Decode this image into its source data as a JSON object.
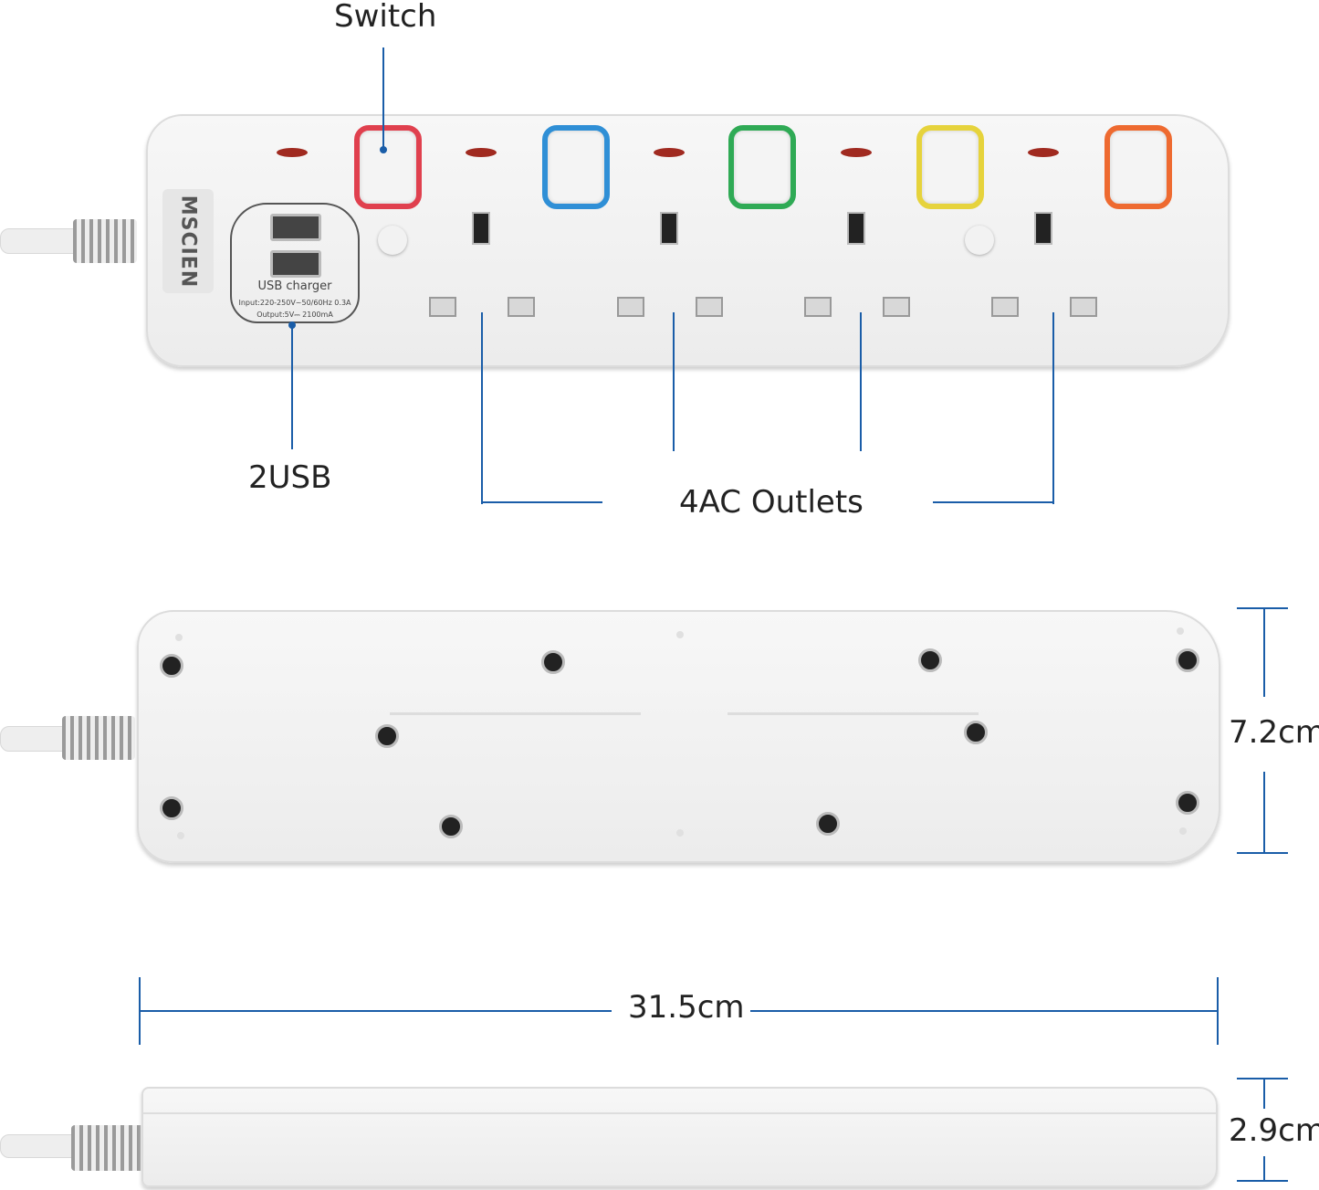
{
  "labels": {
    "switch": "Switch",
    "usb": "2USB",
    "outlets": "4AC Outlets",
    "width": "7.2cm",
    "length": "31.5cm",
    "height": "2.9cm"
  },
  "usb_panel": {
    "title": "USB charger",
    "input": "Input:220-250V~50/60Hz 0.3A",
    "output": "Output:5V⎓ 2100mA"
  },
  "brand": "MSCIEN",
  "switch_colors": [
    "#e0404e",
    "#2f8fd6",
    "#2faa55",
    "#e6d33c",
    "#ee6a30"
  ],
  "accent": "#1a5da8"
}
